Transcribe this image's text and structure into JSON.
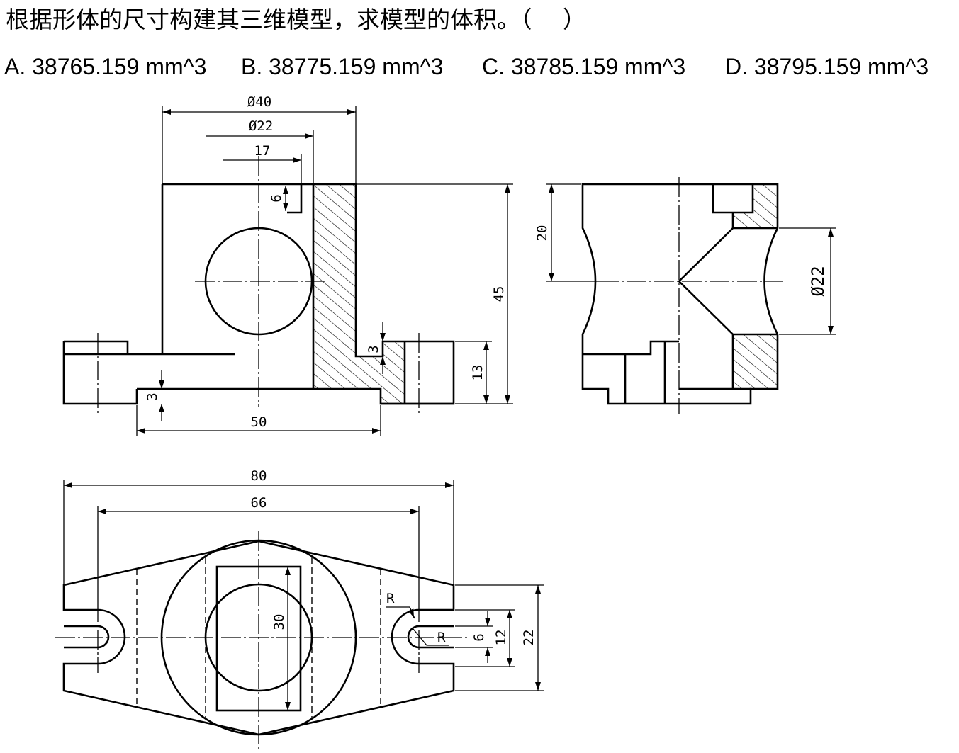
{
  "question": {
    "text": "根据形体的尺寸构建其三维模型，求模型的体积。（　 ）"
  },
  "options": [
    {
      "label": "A. 38765.159 mm^3"
    },
    {
      "label": "B. 38775.159 mm^3"
    },
    {
      "label": "C. 38785.159 mm^3"
    },
    {
      "label": "D. 38795.159 mm^3"
    }
  ],
  "dimensions": {
    "front_view": {
      "dia_40": "Ø40",
      "dia_22": "Ø22",
      "len_17": "17",
      "depth_6": "6",
      "height_45": "45",
      "depth_3_right": "3",
      "height_13": "13",
      "thick_3_base": "3",
      "width_50": "50"
    },
    "side_view": {
      "height_20": "20",
      "dia_22": "Ø22"
    },
    "top_view": {
      "width_80": "80",
      "width_66": "66",
      "height_30": "30",
      "radius_outer": "R",
      "radius_inner": "R",
      "slot_6": "6",
      "height_12": "12",
      "height_22": "22"
    }
  }
}
